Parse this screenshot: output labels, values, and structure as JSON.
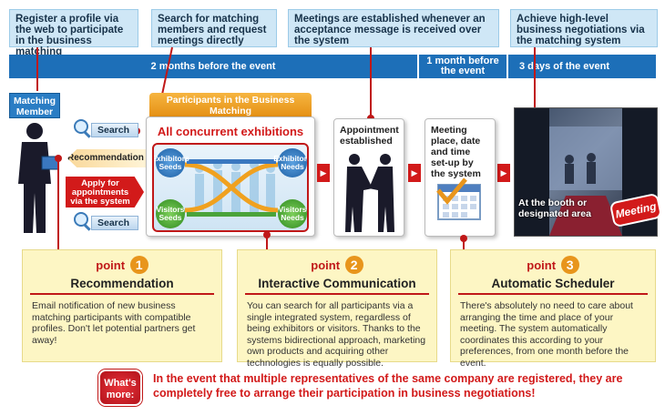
{
  "callouts": {
    "c1": "Register a profile via the web to participate in the business matching",
    "c2": "Search for matching members and request meetings directly",
    "c3": "Meetings are established whenever an acceptance message is received over the system",
    "c4": "Achieve high-level business negotiations via the matching system"
  },
  "timeline": {
    "t1": "2 months before the event",
    "t2": "1 month before the event",
    "t3": "3 days of the event"
  },
  "member": {
    "label": "Matching Member"
  },
  "actions": {
    "search": "Search",
    "recommendation": "Recommendation",
    "apply": "Apply for appointments via the system",
    "search2": "Search"
  },
  "participants": {
    "tab": "Participants in the Business Matching",
    "title": "All concurrent exhibitions",
    "exhibitors_seeds": "Exhibitors Seeds",
    "exhibitors_needs": "Exhibitors Needs",
    "visitors_seeds": "Visitors Seeds",
    "visitors_needs": "Visitors Needs"
  },
  "appointment": {
    "label": "Appointment established"
  },
  "scheduler": {
    "label": "Meeting place, date and time set-up by the system"
  },
  "meeting": {
    "caption": "At the booth or designated area",
    "badge": "Meeting"
  },
  "points": [
    {
      "word": "point",
      "num": "1",
      "title": "Recommendation",
      "text": "Email notification of new business matching participants with compatible profiles. Don't let potential partners get away!"
    },
    {
      "word": "point",
      "num": "2",
      "title": "Interactive Communication",
      "text": "You can search for all participants via a single integrated system, regardless of being exhibitors or visitors. Thanks to the systems bidirectional approach, marketing own products and acquiring other technologies is equally possible."
    },
    {
      "word": "point",
      "num": "3",
      "title": "Automatic Scheduler",
      "text": "There's absolutely no need to care about arranging the time and place of your meeting. The system automatically coordinates this according to your preferences, from one month before the event."
    }
  ],
  "whats_more": {
    "badge": "What's more:",
    "text": "In the event that multiple representatives of the same company are registered, they are completely free to arrange their participation in business negotiations!"
  },
  "colors": {
    "timeline": "#1d6fb8",
    "accent": "#c01818",
    "callout": "#cfe7f6",
    "point_bg": "#fdf6c4",
    "tab": "#f0a11f"
  }
}
